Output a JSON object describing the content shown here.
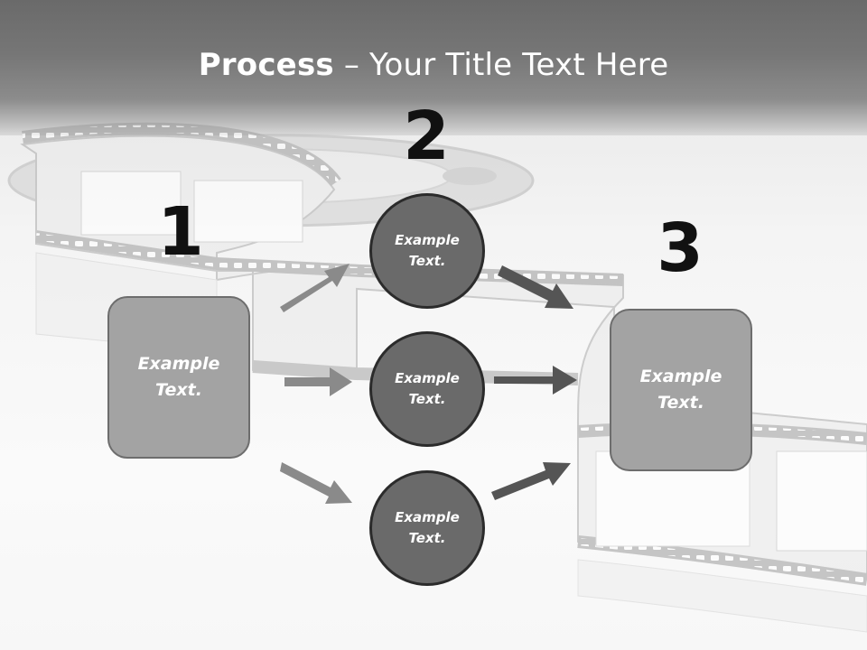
{
  "title": {
    "bold": "Process",
    "rest": " – Your Title Text Here"
  },
  "steps": [
    {
      "number": "1",
      "text": "Example Text."
    },
    {
      "number": "2",
      "texts": [
        "Example Text.",
        "Example Text.",
        "Example Text."
      ]
    },
    {
      "number": "3",
      "text": "Example Text."
    }
  ],
  "colors": {
    "title_band": "#6a6a6a",
    "box_fill": "#a3a3a3",
    "circle_fill": "#6a6a6a",
    "arrow_light": "#8a8a8a",
    "arrow_dark": "#555555",
    "number": "#111111"
  },
  "icons": [
    "film-strip-icon",
    "film-reel-icon",
    "arrow-icon"
  ]
}
